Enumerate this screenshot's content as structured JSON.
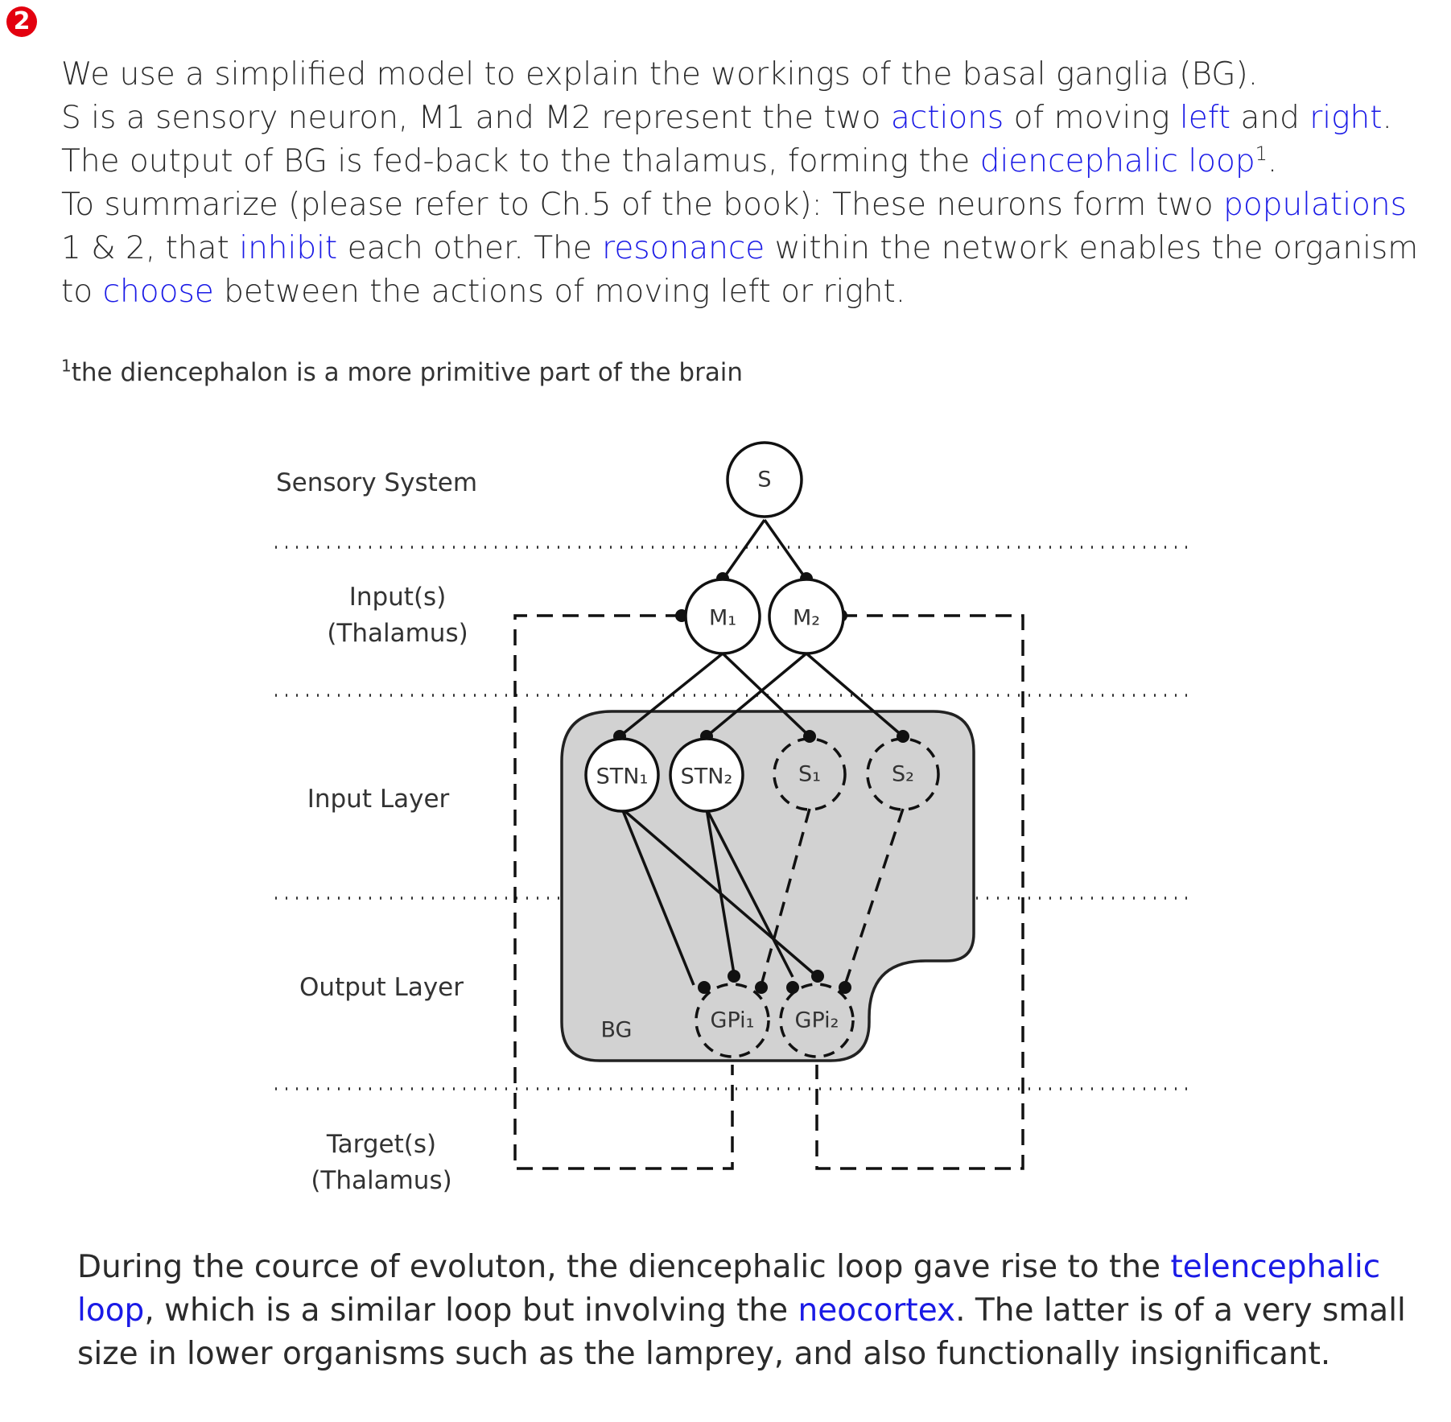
{
  "badge": "2",
  "intro": {
    "l1": "We use a simplified model to explain the workings of the basal ganglia (BG).",
    "l2a": "S is a sensory neuron, M1 and M2 represent the two ",
    "l2_actions": "actions",
    "l2b": " of moving ",
    "l2_left": "left",
    "l2c": " and ",
    "l2_right": "right",
    "l2d": ".",
    "l3a": "The output of BG is fed-back to the thalamus, forming the ",
    "l3_loop": "diencephalic loop",
    "l3_sup": "1",
    "l3b": ".",
    "l4a": "To summarize (please refer to Ch.5 of the book):  These neurons form two ",
    "l4_pop": "populations",
    "l5a": "1 & 2, that ",
    "l5_inhibit": "inhibit",
    "l5b": " each other.  The ",
    "l5_res": "resonance",
    "l5c": " within the network enables the organism",
    "l6a": "to ",
    "l6_choose": "choose",
    "l6b": " between the actions of moving left or right."
  },
  "footnote": {
    "sup": "1",
    "text": "the diencephalon is a more primitive part of the brain"
  },
  "diagram": {
    "row_labels": {
      "sensory": "Sensory System",
      "input1": "Input(s)",
      "input2": "(Thalamus)",
      "input_layer": "Input Layer",
      "output_layer": "Output Layer",
      "target1": "Target(s)",
      "target2": "(Thalamus)"
    },
    "nodes": {
      "s": "S",
      "m1": "M₁",
      "m2": "M₂",
      "stn1": "STN₁",
      "stn2": "STN₂",
      "s1": "S₁",
      "s2": "S₂",
      "gpi1": "GPi₁",
      "gpi2": "GPi₂",
      "bg": "BG"
    }
  },
  "outro": {
    "l1a": "During the cource of evoluton, the diencephalic loop gave rise to the ",
    "l1_tel": "telencephalic",
    "l2_loop": "loop",
    "l2a": ", which is a similar loop but involving the ",
    "l2_neo": "neocortex",
    "l2b": ".  The latter is of a very small",
    "l3": "size in lower organisms such as the lamprey, and also functionally insignificant."
  },
  "colors": {
    "highlight": "#1a1ae6",
    "badge": "#e3000f",
    "bg_region": "#d2d2d2"
  }
}
